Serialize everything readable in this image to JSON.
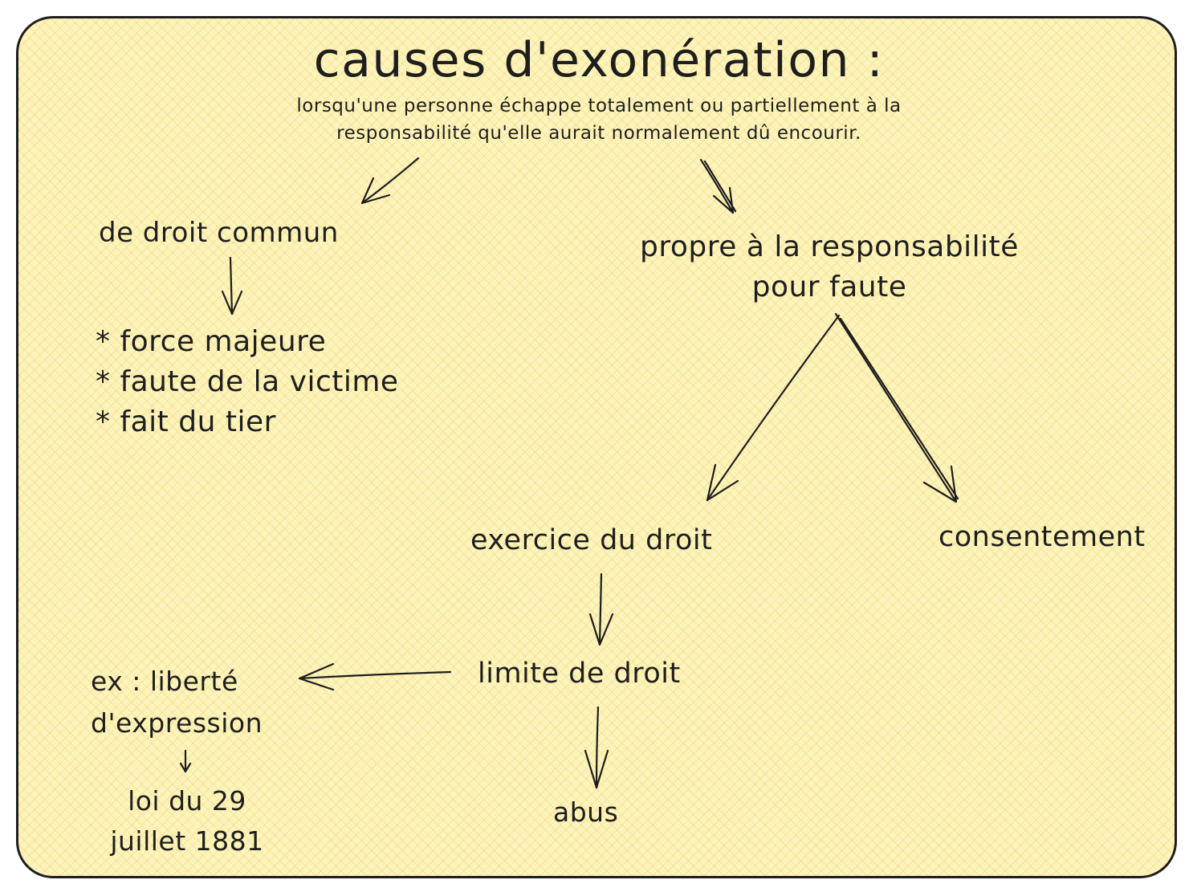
{
  "diagram": {
    "title": "causes d'exonération :",
    "subtitle": [
      "lorsqu'une personne échappe totalement ou partiellement à la",
      "responsabilité qu'elle aurait normalement dû encourir."
    ],
    "nodes": {
      "droit_commun": "de droit commun",
      "droit_commun_items": [
        "* force majeure",
        "* faute de la victime",
        "* fait du tier"
      ],
      "propre": [
        "propre à la responsabilité",
        "pour faute"
      ],
      "exercice": "exercice du droit",
      "consentement": "consentement",
      "limite": "limite de droit",
      "exemple": [
        "ex : liberté",
        "d'expression"
      ],
      "loi": [
        "loi du 29",
        "juillet 1881"
      ],
      "abus": "abus"
    },
    "colors": {
      "background": "#fdf4bd",
      "hatch": "#ecc850",
      "ink": "#1e1e1e"
    }
  }
}
